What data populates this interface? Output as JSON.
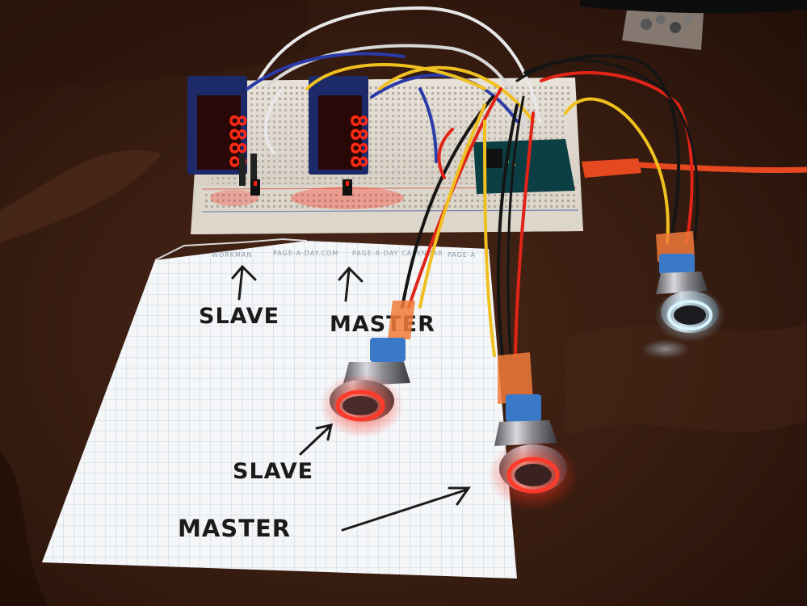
{
  "labels": {
    "slave_top": "SLAVE",
    "master_top": "MASTER",
    "slave_bottom": "SLAVE",
    "master_bottom": "MASTER"
  },
  "paper_print": {
    "brand_1": "WORKMAN",
    "brand_2": "PAGE-A-DAY.COM",
    "brand_3": "PAGE-A-DAY CALENDAR",
    "brand_4": "PAGE-A"
  },
  "displays": {
    "slave_digits": "8888",
    "master_digits": "8888"
  },
  "colors": {
    "table": "#3a1e12",
    "button_ring_red": "#ff3a2a",
    "button_ring_white": "#d8f4ff",
    "segment_red": "#ff2a14",
    "wire_yellow": "#f0c020",
    "wire_red": "#e02418",
    "wire_black": "#151515",
    "wire_blue": "#2a3aa8"
  }
}
